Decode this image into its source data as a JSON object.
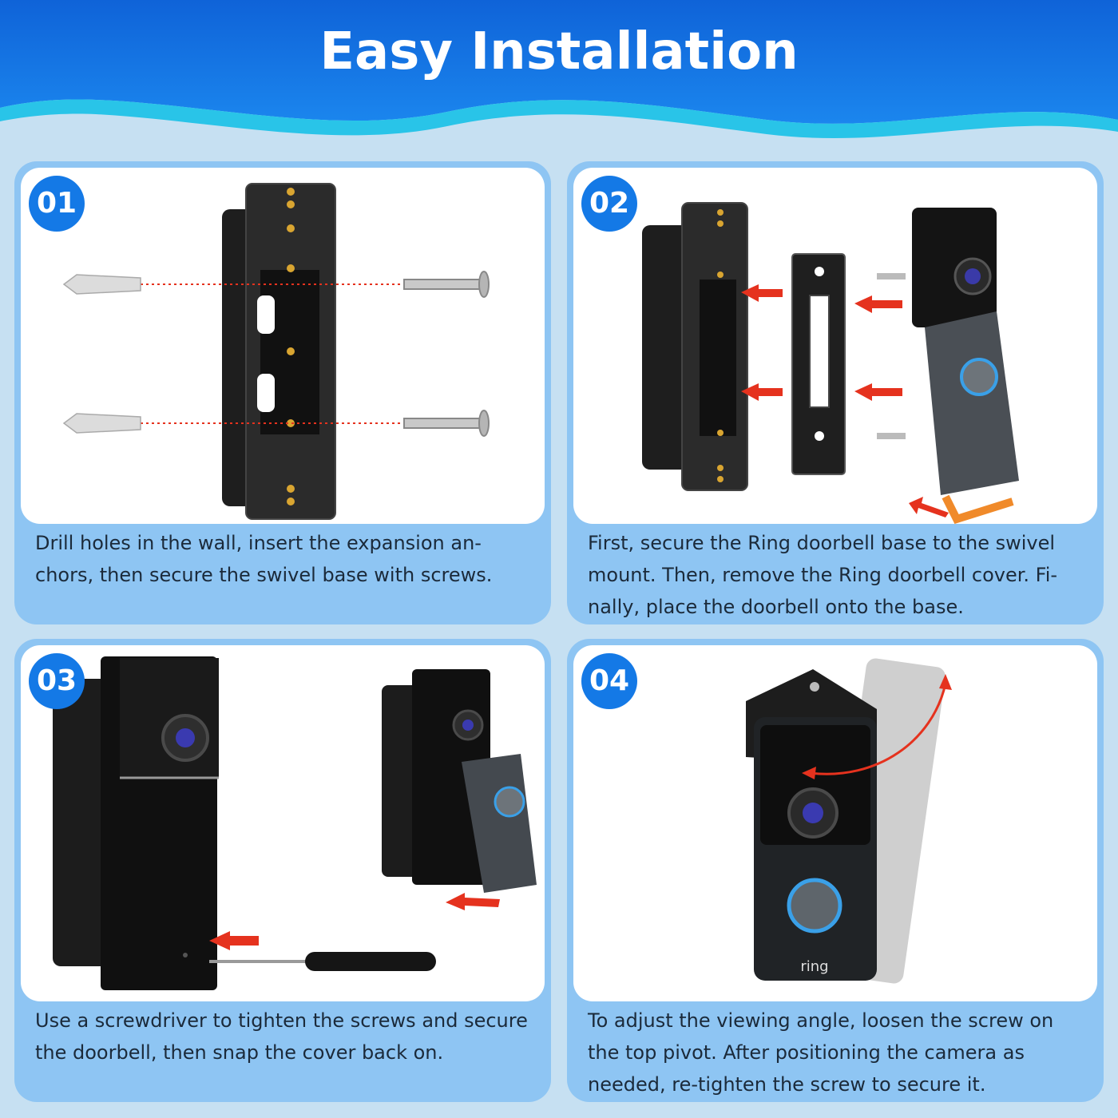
{
  "title": "Easy Installation",
  "colors": {
    "accent": "#1479e6",
    "card": "#8ec5f3",
    "arrow": "#e5321e",
    "background": "#c6e0f2"
  },
  "steps": [
    {
      "number": "01",
      "text": "Drill holes in the wall, insert the expansion an-chors, then secure the swivel base with screws."
    },
    {
      "number": "02",
      "text": "First, secure the Ring doorbell base to the swivel mount. Then, remove the Ring doorbell cover. Fi-nally, place the doorbell onto the base."
    },
    {
      "number": "03",
      "text": "Use a screwdriver to tighten the screws and secure the doorbell, then snap the cover back on."
    },
    {
      "number": "04",
      "text": "To adjust the viewing angle, loosen the screw on the top pivot. After positioning the camera as needed, re-tighten the screw to secure it.",
      "brand": "ring"
    }
  ]
}
